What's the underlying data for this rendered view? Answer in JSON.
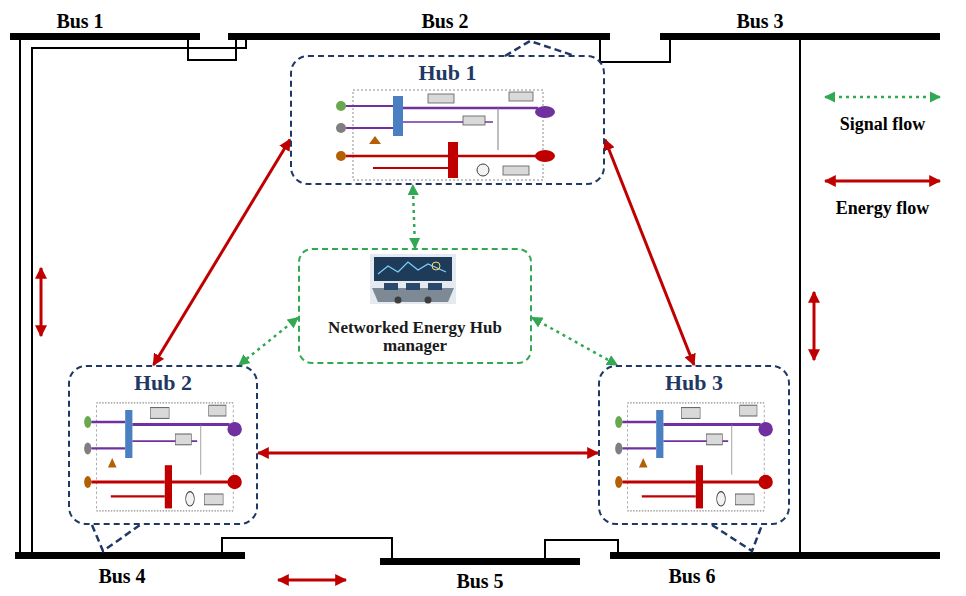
{
  "diagram": {
    "nodes": [
      {
        "text": [
          "Hub 1"
        ]
      },
      {
        "text": [
          "Networked Energy Hub manager"
        ]
      },
      {
        "text": [
          "Hub 2"
        ]
      },
      {
        "text": [
          "Hub 3"
        ]
      }
    ],
    "edges": [
      {
        "from": 0,
        "to": 2,
        "arrow": "both"
      },
      {
        "from": 0,
        "to": 3,
        "arrow": "both"
      },
      {
        "from": 2,
        "to": 3,
        "arrow": "both"
      },
      {
        "from": 1,
        "to": 0,
        "arrow": "both"
      },
      {
        "from": 1,
        "to": 2,
        "arrow": "both"
      },
      {
        "from": 1,
        "to": 3,
        "arrow": "both"
      }
    ],
    "labels": [
      "Bus 1",
      "Bus 2",
      "Bus 3",
      "Bus 4",
      "Bus 5",
      "Bus 6"
    ],
    "legend": [
      {
        "text": "Signal flow"
      },
      {
        "text": "Energy flow"
      }
    ]
  }
}
